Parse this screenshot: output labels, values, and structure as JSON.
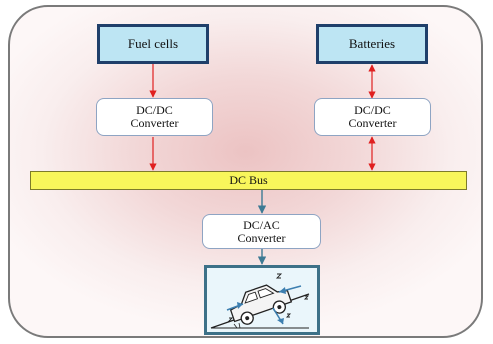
{
  "nodes": {
    "fuel_cells": "Fuel cells",
    "batteries": "Batteries",
    "dcdc_fuel": {
      "line1": "DC/DC",
      "line2": "Converter"
    },
    "dcdc_battery": {
      "line1": "DC/DC",
      "line2": "Converter"
    },
    "dc_bus": "DC Bus",
    "dcac": {
      "line1": "DC/AC",
      "line2": "Converter"
    }
  },
  "colors": {
    "source_fill": "#bde5f3",
    "source_border": "#1f3f6a",
    "bus_fill": "#f8f65b",
    "red_arrow": "#e02020",
    "blue_arrow": "#3d7a94"
  },
  "icons": {
    "load": "car-on-slope-icon"
  }
}
